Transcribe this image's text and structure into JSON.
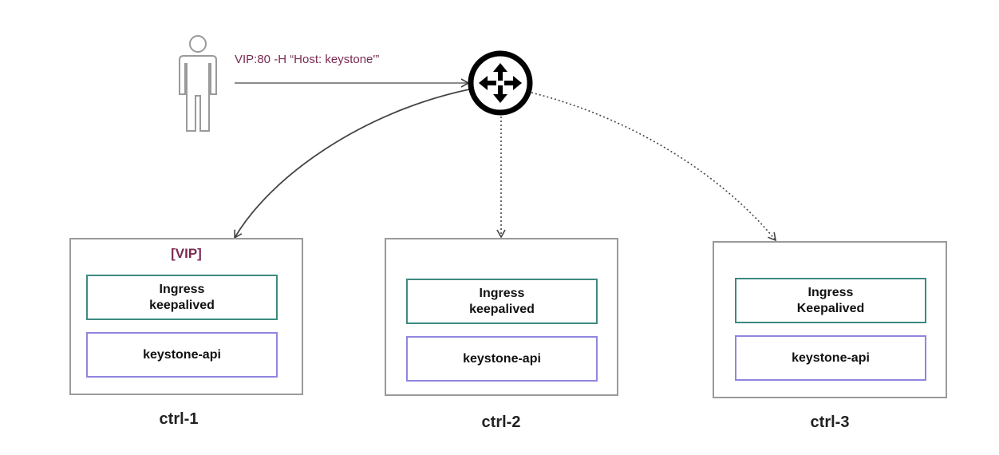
{
  "client": {
    "icon": "person-icon",
    "request_label": "VIP:80 -H “Host: keystone'”"
  },
  "router": {
    "icon": "router-icon"
  },
  "nodes": [
    {
      "name": "ctrl-1",
      "vip_tag": "[VIP]",
      "ingress_line1": "Ingress",
      "ingress_line2": "keepalived",
      "api_label": "keystone-api"
    },
    {
      "name": "ctrl-2",
      "ingress_line1": "Ingress",
      "ingress_line2": "keepalived",
      "api_label": "keystone-api"
    },
    {
      "name": "ctrl-3",
      "ingress_line1": "Ingress",
      "ingress_line2": "Keepalived",
      "api_label": "keystone-api"
    }
  ],
  "colors": {
    "accent_text": "#7a2b52",
    "ingress_border": "#3d8a80",
    "api_border": "#8f86e0",
    "node_border": "#9a9a9a",
    "connector": "#444444"
  }
}
